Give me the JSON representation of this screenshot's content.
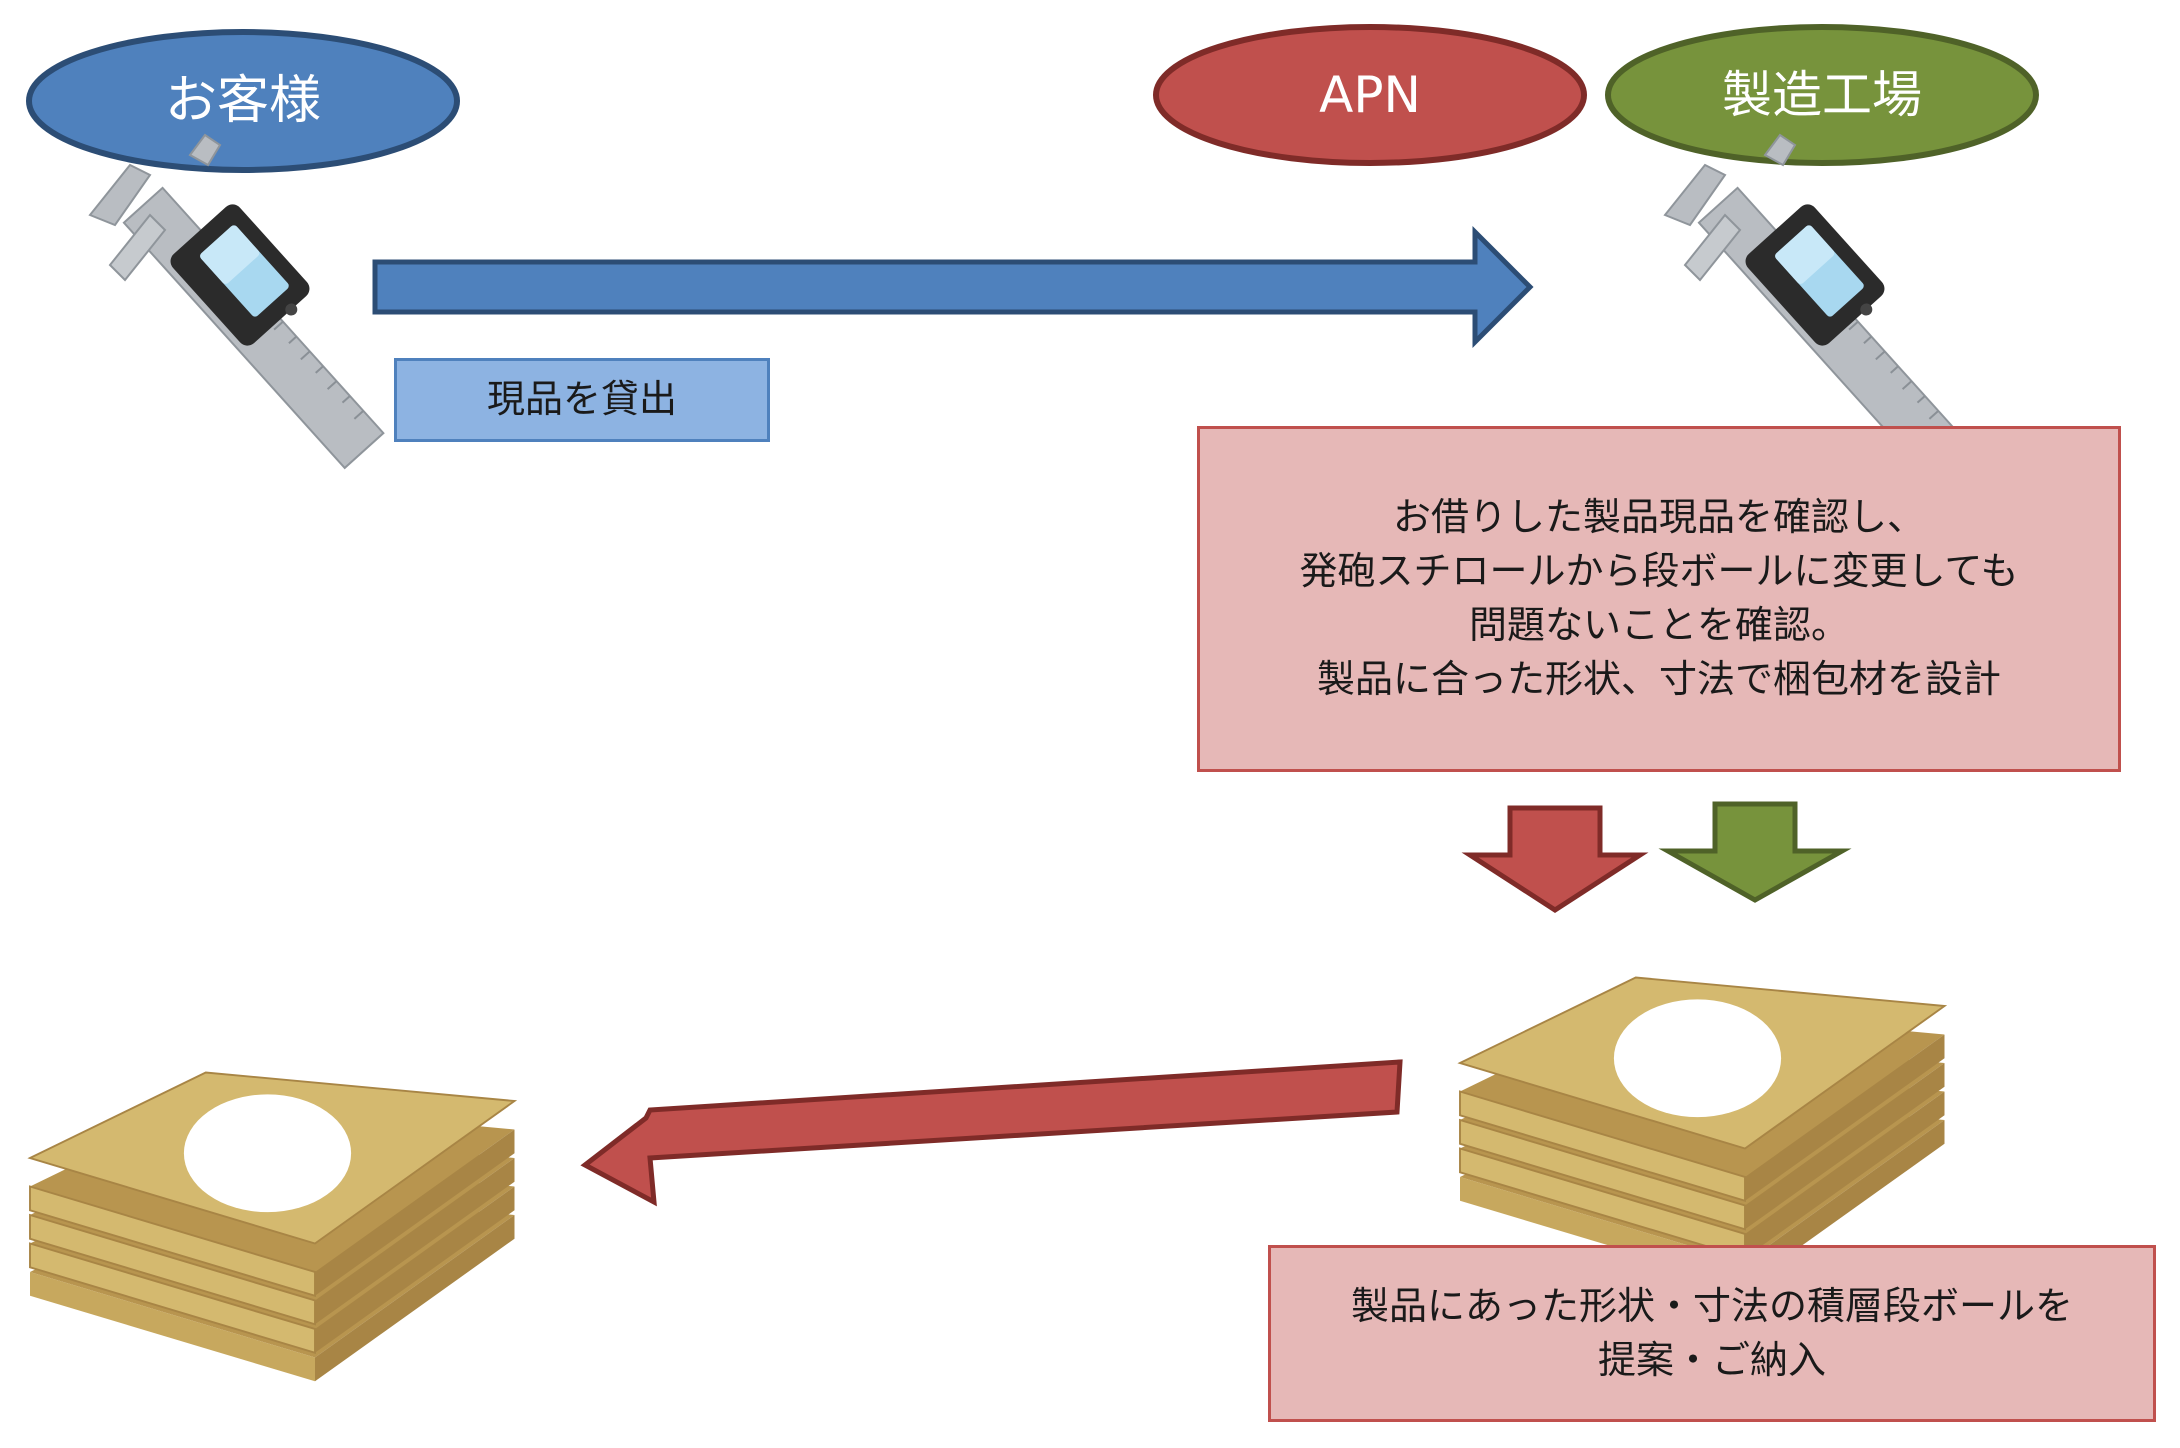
{
  "nodes": {
    "customer": {
      "label": "お客様",
      "fill": "#4f81bd",
      "stroke": "#2c4d75"
    },
    "apn": {
      "label": "APN",
      "fill": "#c0504d",
      "stroke": "#7f2b28"
    },
    "factory": {
      "label": "製造工場",
      "fill": "#77933c",
      "stroke": "#4f6228"
    }
  },
  "notes": {
    "lend": {
      "text": "現品を貸出"
    },
    "review": {
      "lines": [
        "お借りした製品現品を確認し、",
        "発砲スチロールから段ボールに変更しても",
        "問題ないことを確認。",
        "製品に合った形状、寸法で梱包材を設計"
      ]
    },
    "deliver": {
      "lines": [
        "製品にあった形状・寸法の積層段ボールを",
        "提案・ご納入"
      ]
    }
  },
  "colors": {
    "blue": "#4f81bd",
    "red": "#c0504d",
    "green": "#77933c",
    "cardboard": "#d4b96f"
  },
  "icons": [
    "caliper-icon",
    "cardboard-stack-icon"
  ]
}
